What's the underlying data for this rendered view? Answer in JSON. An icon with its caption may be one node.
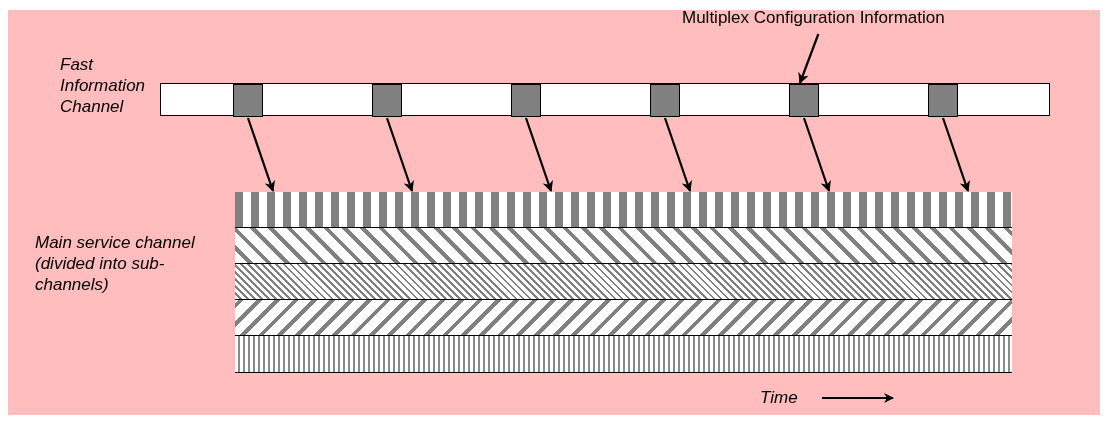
{
  "diagram": {
    "nodes": [
      {
        "text": [],
        "shape": "bar",
        "beside": [
          "Fast Information Channel"
        ]
      },
      {
        "text": [],
        "shape": "box",
        "in": 0
      },
      {
        "text": [],
        "shape": "box",
        "in": 0
      },
      {
        "text": [],
        "shape": "box",
        "in": 0
      },
      {
        "text": [],
        "shape": "box",
        "in": 0
      },
      {
        "text": [],
        "shape": "box",
        "in": 0
      },
      {
        "text": [],
        "shape": "box",
        "in": 0
      },
      {
        "text": [],
        "shape": "box",
        "beside": [
          "Main service channel (divided into sub-channels)"
        ]
      },
      {
        "text": [],
        "shape": "bar",
        "in": 7
      },
      {
        "text": [],
        "shape": "bar",
        "in": 7
      },
      {
        "text": [],
        "shape": "bar",
        "in": 7
      },
      {
        "text": [],
        "shape": "bar",
        "in": 7
      },
      {
        "text": [],
        "shape": "bar",
        "in": 7
      },
      {
        "text": [
          "Multiplex Configuration Information"
        ]
      }
    ],
    "edges": [
      {
        "from": 1,
        "to": 7,
        "arrow": "to"
      },
      {
        "from": 2,
        "to": 7,
        "arrow": "to"
      },
      {
        "from": 3,
        "to": 7,
        "arrow": "to"
      },
      {
        "from": 4,
        "to": 7,
        "arrow": "to"
      },
      {
        "from": 5,
        "to": 7,
        "arrow": "to"
      },
      {
        "from": 6,
        "to": 7,
        "arrow": "to"
      },
      {
        "from": 13,
        "to": 5,
        "arrow": "to"
      }
    ],
    "labels": [
      "Time"
    ]
  }
}
